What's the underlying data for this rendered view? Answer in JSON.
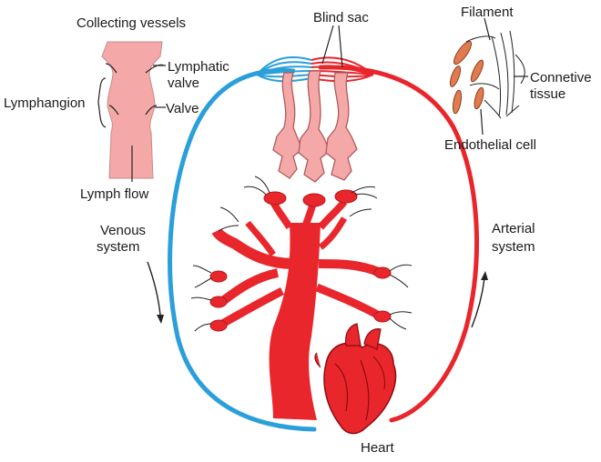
{
  "labels": {
    "collecting_vessels": "Collecting vessels",
    "lymphatic_valve_1": "Lymphatic",
    "lymphatic_valve_2": "valve",
    "lymphangion": "Lymphangion",
    "valve": "Valve",
    "lymph_flow": "Lymph flow",
    "blind_sac": "Blind sac",
    "filament": "Filament",
    "connective_tissue_1": "Connetive",
    "connective_tissue_2": "tissue",
    "endothelial_cell": "Endothelial cell",
    "venous_system_1": "Venous",
    "venous_system_2": "system",
    "arterial_system_1": "Arterial",
    "arterial_system_2": "system",
    "heart": "Heart"
  },
  "colors": {
    "venous": "#2b9fd9",
    "arterial": "#e8262b",
    "lymph": "#f4a9a8",
    "lymph_stroke": "#b05a5a",
    "tissue_cell": "#e07b4f"
  },
  "icons": {
    "heart": "heart-icon"
  }
}
